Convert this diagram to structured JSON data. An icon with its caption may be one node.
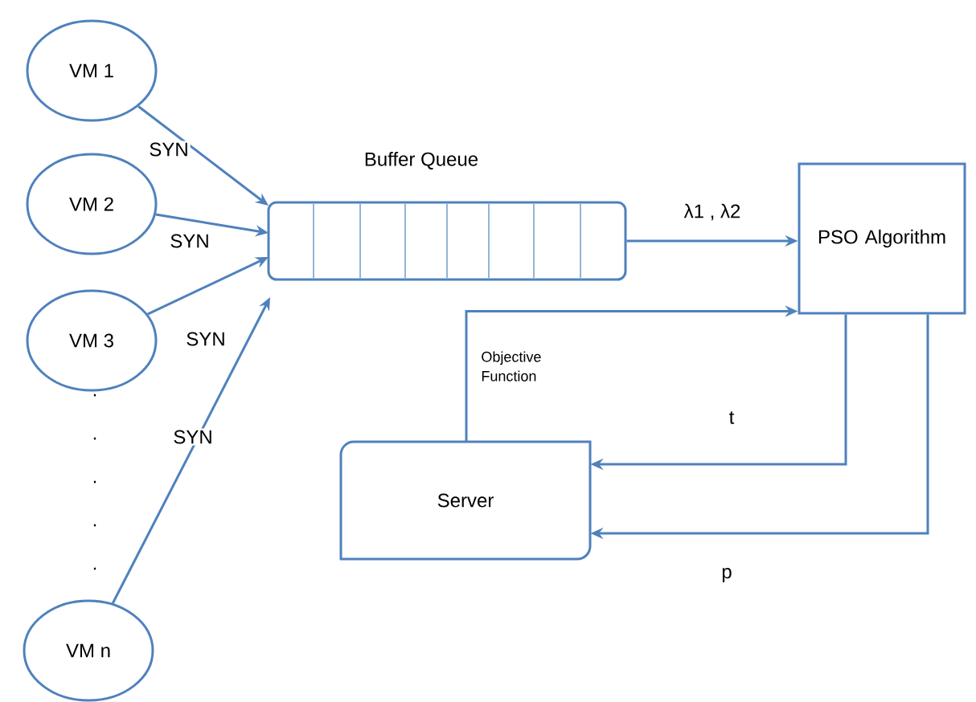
{
  "diagram": {
    "nodes": [
      {
        "text": [
          "VM 1"
        ]
      },
      {
        "text": [
          "VM 2"
        ]
      },
      {
        "text": [
          "VM 3"
        ]
      },
      {
        "text": [
          "VM n"
        ]
      },
      {
        "text": [
          "Buffer Queue"
        ]
      },
      {
        "text": [
          "PSO Algorithm"
        ]
      },
      {
        "text": [
          "Server"
        ]
      }
    ],
    "edges": [
      {
        "from": 0,
        "to": 4,
        "arrow": "to",
        "label": "SYN"
      },
      {
        "from": 1,
        "to": 4,
        "arrow": "to",
        "label": "SYN"
      },
      {
        "from": 2,
        "to": 4,
        "arrow": "to",
        "label": "SYN"
      },
      {
        "from": 3,
        "to": 4,
        "arrow": "to",
        "label": "SYN"
      },
      {
        "from": 4,
        "to": 5,
        "arrow": "to",
        "label": "λ1 , λ2"
      },
      {
        "from": 6,
        "to": 5,
        "arrow": "to",
        "label": "Objective Function"
      },
      {
        "from": 5,
        "to": 6,
        "arrow": "to",
        "label": "t"
      },
      {
        "from": 5,
        "to": 6,
        "arrow": "to",
        "label": "p"
      }
    ],
    "labels": [
      ".",
      ".",
      ".",
      ".",
      "."
    ]
  }
}
